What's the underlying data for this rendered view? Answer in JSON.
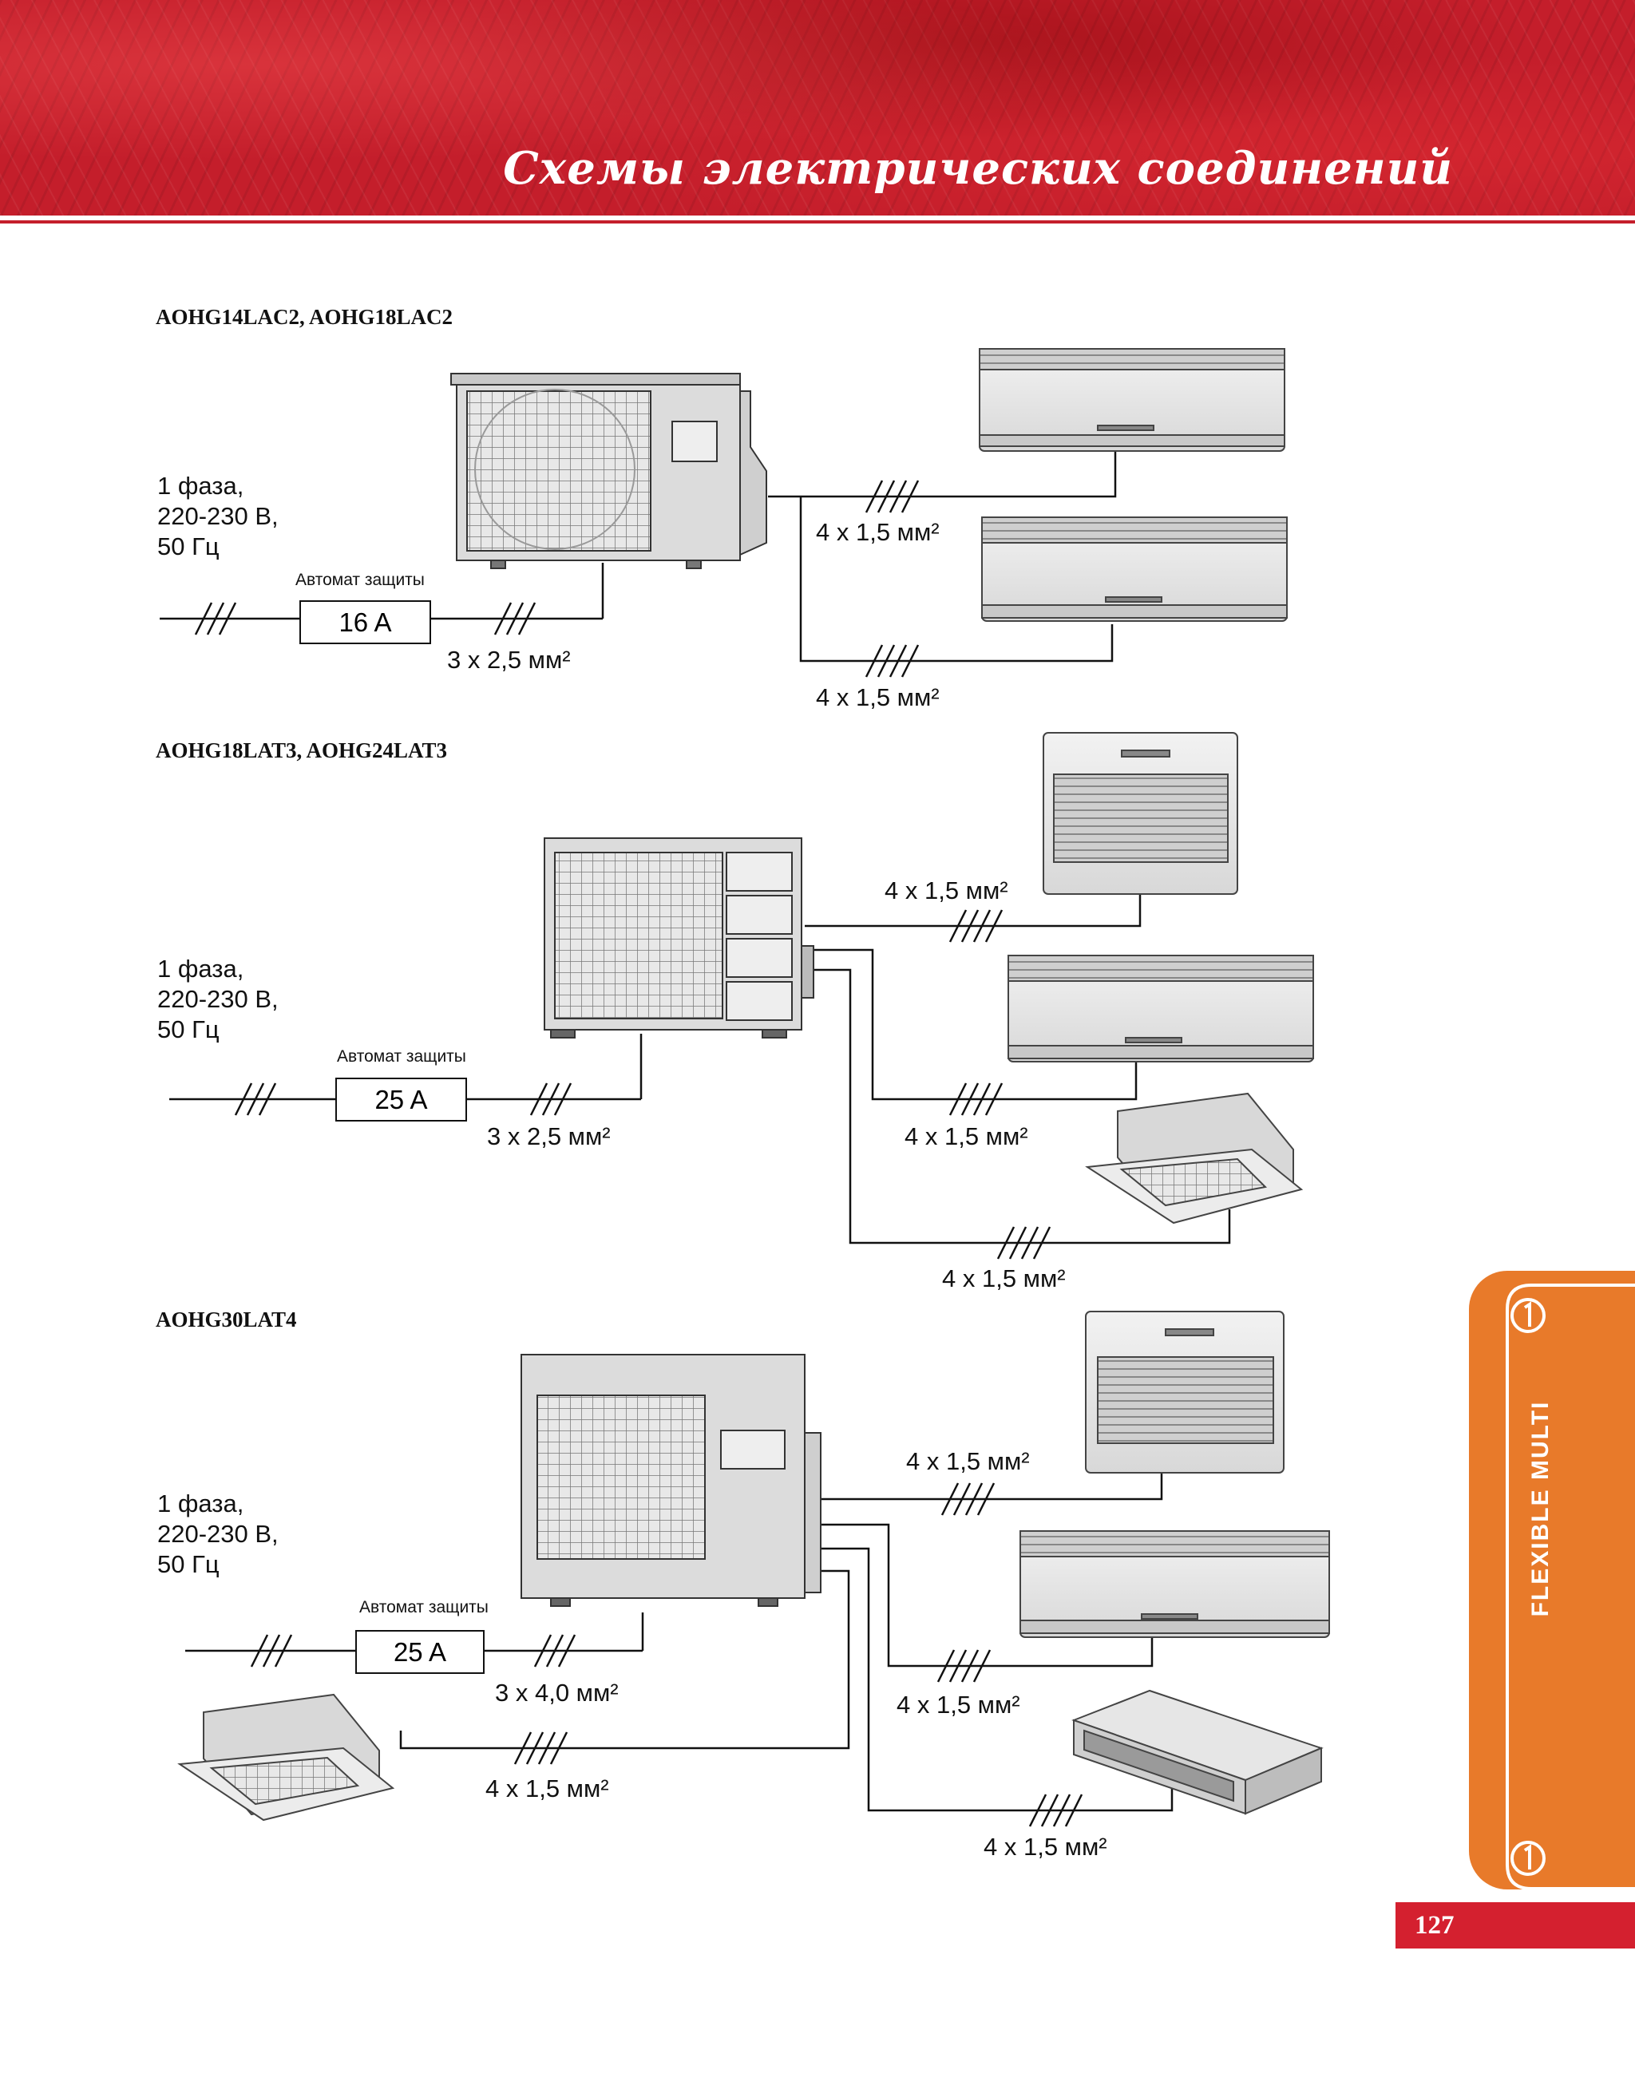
{
  "header": {
    "title": "Схемы электрических соединений"
  },
  "sections": [
    {
      "model": "AOHG14LAC2, AOHG18LAC2",
      "power": [
        "1 фаза,",
        "220-230 В,",
        "50 Гц"
      ],
      "breaker_caption": "Автомат защиты",
      "breaker_rating": "16 A",
      "supply_cable": "3 x 2,5 мм²",
      "indoor_cables": [
        "4 x 1,5 мм²",
        "4 x 1,5 мм²"
      ]
    },
    {
      "model": "AOHG18LAT3, AOHG24LAT3",
      "power": [
        "1 фаза,",
        "220-230 В,",
        "50 Гц"
      ],
      "breaker_caption": "Автомат защиты",
      "breaker_rating": "25 A",
      "supply_cable": "3 x 2,5 мм²",
      "indoor_cables": [
        "4 x 1,5 мм²",
        "4 x 1,5 мм²",
        "4 x 1,5 мм²"
      ]
    },
    {
      "model": "AOHG30LAT4",
      "power": [
        "1 фаза,",
        "220-230 В,",
        "50 Гц"
      ],
      "breaker_caption": "Автомат защиты",
      "breaker_rating": "25 A",
      "supply_cable": "3 x 4,0 мм²",
      "indoor_cables": [
        "4 x 1,5 мм²",
        "4 x 1,5 мм²",
        "4 x 1,5 мм²",
        "4 x 1,5 мм²"
      ]
    }
  ],
  "sidebar": {
    "label": "FLEXIBLE MULTI",
    "icon": "circle-one-icon"
  },
  "page_number": "127",
  "colors": {
    "header_red": "#c41e2b",
    "sidebar_orange": "#e87a2a",
    "page_number_red": "#d4202f"
  }
}
